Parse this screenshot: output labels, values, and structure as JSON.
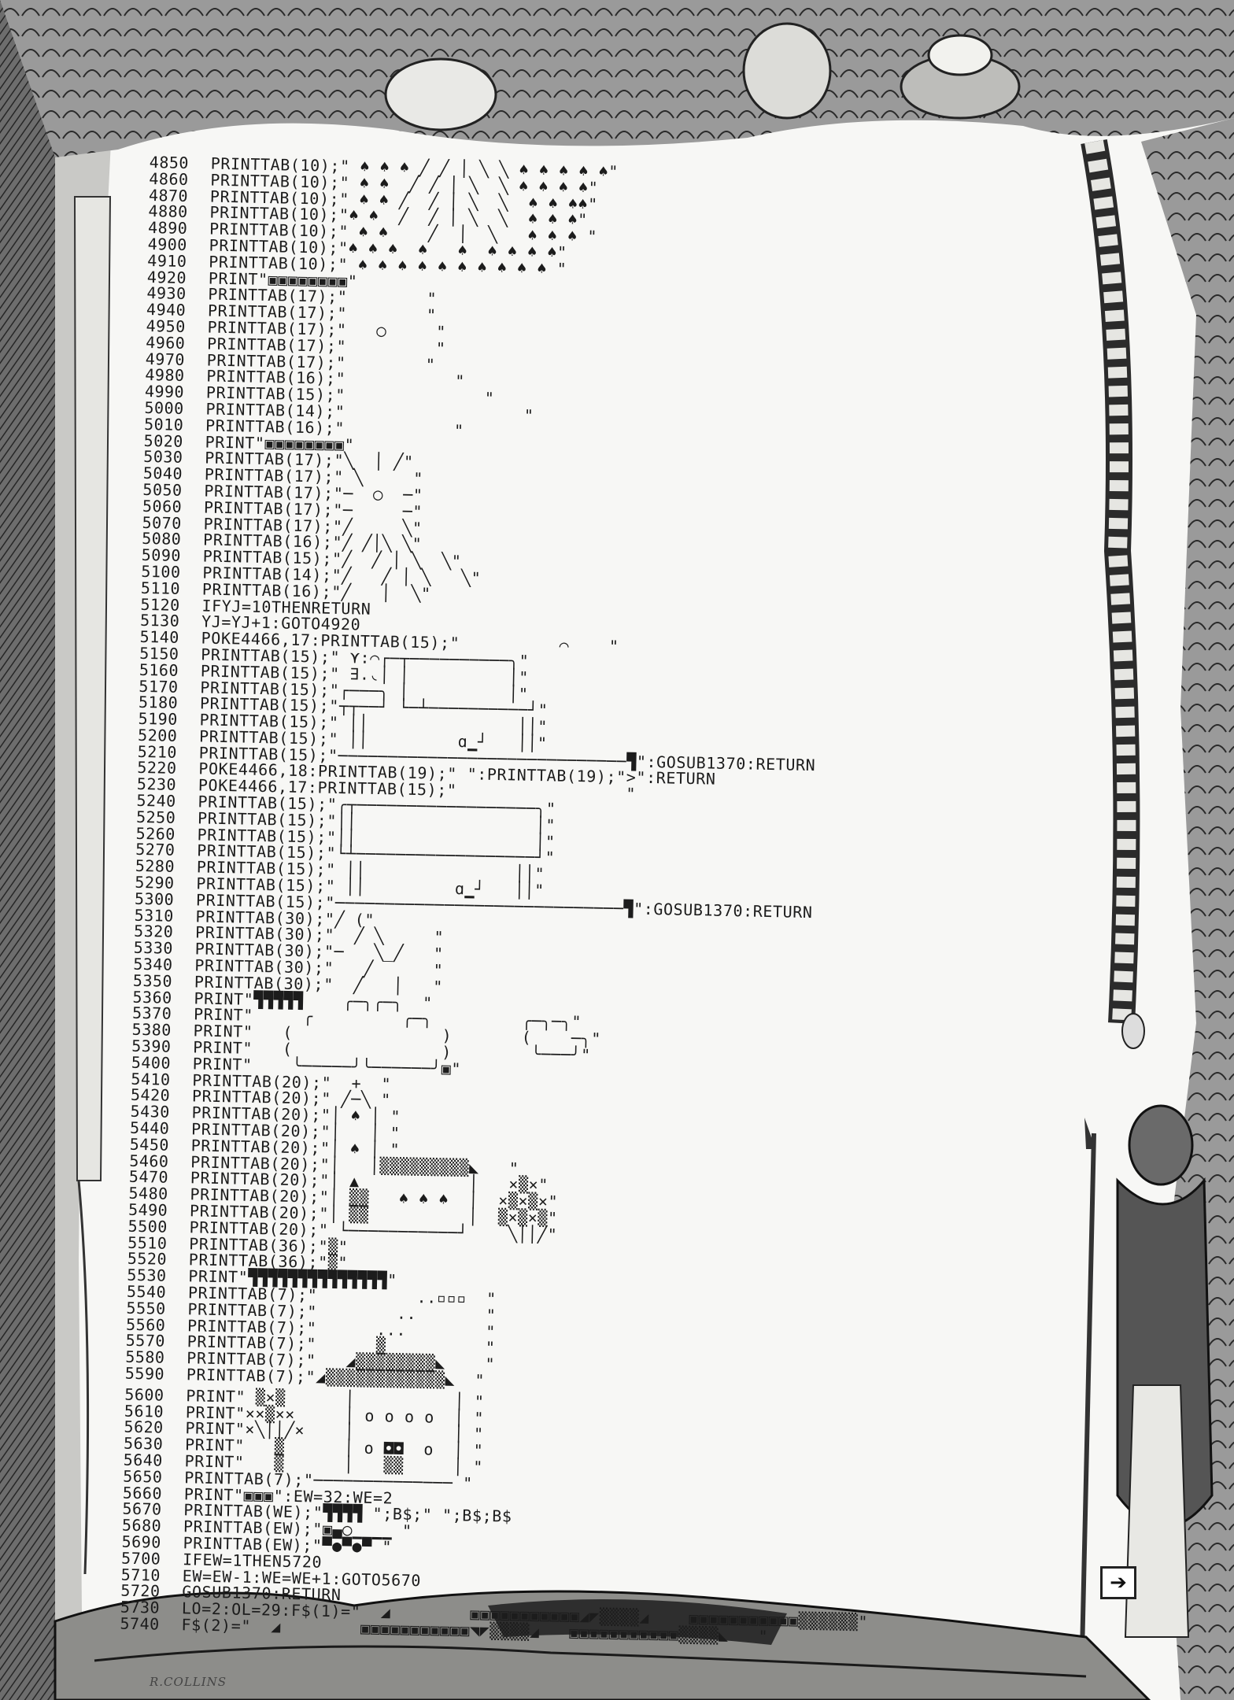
{
  "listing": [
    {
      "num": "4850",
      "code": "PRINTTAB(10);\" ♠ ♠ ♠ ╱ ╱ │ ╲ ╲ ♠ ♠ ♠ ♠ ♠\""
    },
    {
      "num": "4860",
      "code": "PRINTTAB(10);\" ♠ ♠  ╱ ╱ │ ╲  ╲ ♠ ♠ ♠ ♠\""
    },
    {
      "num": "4870",
      "code": "PRINTTAB(10);\" ♠ ♠ ╱  ╱ │ ╲  ╲  ♠ ♠ ♠♠\""
    },
    {
      "num": "4880",
      "code": "PRINTTAB(10);\"♠ ♠  ╱  ╱ │ ╲  ╲  ♠ ♠ ♠\""
    },
    {
      "num": "4890",
      "code": "PRINTTAB(10);\" ♠ ♠    ╱  │  ╲   ♠ ♠ ♠ \""
    },
    {
      "num": "4900",
      "code": "PRINTTAB(10);\"♠ ♠ ♠  ♠   ♠  ♠ ♠ ♠ ♠\""
    },
    {
      "num": "4910",
      "code": "PRINTTAB(10);\" ♠ ♠ ♠ ♠ ♠ ♠ ♠ ♠ ♠ ♠ \""
    },
    {
      "num": "4920",
      "code": "PRINT\"▣▣▣▣▣▣▣▣\""
    },
    {
      "num": "4930",
      "code": "PRINTTAB(17);\"        \""
    },
    {
      "num": "4940",
      "code": "PRINTTAB(17);\"        \""
    },
    {
      "num": "4950",
      "code": "PRINTTAB(17);\"   ◯     \""
    },
    {
      "num": "4960",
      "code": "PRINTTAB(17);\"         \""
    },
    {
      "num": "4970",
      "code": "PRINTTAB(17);\"        \""
    },
    {
      "num": "4980",
      "code": "PRINTTAB(16);\"           \""
    },
    {
      "num": "4990",
      "code": "PRINTTAB(15);\"              \""
    },
    {
      "num": "5000",
      "code": "PRINTTAB(14);\"                  \""
    },
    {
      "num": "5010",
      "code": "PRINTTAB(16);\"           \""
    },
    {
      "num": "5020",
      "code": "PRINT\"▣▣▣▣▣▣▣▣\""
    },
    {
      "num": "5030",
      "code": "PRINTTAB(17);\"╲  │ ╱\""
    },
    {
      "num": "5040",
      "code": "PRINTTAB(17);\" ╲     \""
    },
    {
      "num": "5050",
      "code": "PRINTTAB(17);\"─  ◯  ─\""
    },
    {
      "num": "5060",
      "code": "PRINTTAB(17);\"─     ─\""
    },
    {
      "num": "5070",
      "code": "PRINTTAB(17);\"╱     ╲\""
    },
    {
      "num": "5080",
      "code": "PRINTTAB(16);\"╱ ╱│╲ ╲\""
    },
    {
      "num": "5090",
      "code": "PRINTTAB(15);\"╱  ╱ │ ╲  ╲\""
    },
    {
      "num": "5100",
      "code": "PRINTTAB(14);\"╱   ╱ │ ╲   ╲\""
    },
    {
      "num": "5110",
      "code": "PRINTTAB(16);\"╱   │  ╲\""
    },
    {
      "num": "5120",
      "code": "IFYJ=10THENRETURN"
    },
    {
      "num": "5130",
      "code": "YJ=YJ+1:GOTO4920"
    },
    {
      "num": "5140",
      "code": "POKE4466,17:PRINTTAB(15);\"          ⌒    \""
    },
    {
      "num": "5150",
      "code": "PRINTTAB(15);\" ⋎:⌒┌─┬──────────╮\""
    },
    {
      "num": "5160",
      "code": "PRINTTAB(15);\" ∃.◟│ │          │\""
    },
    {
      "num": "5170",
      "code": "PRINTTAB(15);\"┌───╮ │          │\""
    },
    {
      "num": "5180",
      "code": "PRINTTAB(15);\"┬┬──┘ └─┴──────────┘\""
    },
    {
      "num": "5190",
      "code": "PRINTTAB(15);\" ││               ││\""
    },
    {
      "num": "5200",
      "code": "PRINTTAB(15);\" ││         ɑ▁┘   ││\""
    },
    {
      "num": "5210",
      "code": "PRINTTAB(15);\"─────────────────────────────▜\":GOSUB1370:RETURN"
    },
    {
      "num": "5220",
      "code": "POKE4466,18:PRINTTAB(19);\" \":PRINTTAB(19);\">\":RETURN"
    },
    {
      "num": "5230",
      "code": "POKE4466,17:PRINTTAB(15);\"                 \""
    },
    {
      "num": "5240",
      "code": "PRINTTAB(15);\"╭┬──────────────────╮\""
    },
    {
      "num": "5250",
      "code": "PRINTTAB(15);\"││                  │\""
    },
    {
      "num": "5260",
      "code": "PRINTTAB(15);\"││                  │\""
    },
    {
      "num": "5270",
      "code": "PRINTTAB(15);\"└┴──────────────────┘\""
    },
    {
      "num": "5280",
      "code": "PRINTTAB(15);\" ││               ││\""
    },
    {
      "num": "5290",
      "code": "PRINTTAB(15);\" ││         ɑ▁┘   ││\""
    },
    {
      "num": "5300",
      "code": "PRINTTAB(15);\"─────────────────────────────▜\":GOSUB1370:RETURN"
    },
    {
      "num": "5310",
      "code": "PRINTTAB(30);\"╱ (\""
    },
    {
      "num": "5320",
      "code": "PRINTTAB(30);\"  ╱ ╲     \""
    },
    {
      "num": "5330",
      "code": "PRINTTAB(30);\"─   ╲_╱   \""
    },
    {
      "num": "5340",
      "code": "PRINTTAB(30);\"   ╱      \""
    },
    {
      "num": "5350",
      "code": "PRINTTAB(30);\"  ╱   │   \""
    },
    {
      "num": "5360",
      "code": "PRINT\"▜▜▜▜▜    ╭─╮╭─╮  \""
    },
    {
      "num": "5370",
      "code": "PRINT\"     ╭         ╭─╮         ╭─╮─╮\""
    },
    {
      "num": "5380",
      "code": "PRINT\"   (               )       (    ─╮\""
    },
    {
      "num": "5390",
      "code": "PRINT\"   (               )        ╰───╯\""
    },
    {
      "num": "5400",
      "code": "PRINT\"    ╰─────╯╰──────╯▣\""
    },
    {
      "num": "5410",
      "code": "PRINTTAB(20);\"  +  \""
    },
    {
      "num": "5420",
      "code": "PRINTTAB(20);\" ╱─╲ \""
    },
    {
      "num": "5430",
      "code": "PRINTTAB(20);\"│ ♠ │ \""
    },
    {
      "num": "5440",
      "code": "PRINTTAB(20);\"│   │ \""
    },
    {
      "num": "5450",
      "code": "PRINTTAB(20);\"│ ♠ │ \""
    },
    {
      "num": "5460",
      "code": "PRINTTAB(20);\"│   │▒▒▒▒▒▒▒▒▒◣   \""
    },
    {
      "num": "5470",
      "code": "PRINTTAB(20);\"│ ▲           │   ×▒×\""
    },
    {
      "num": "5480",
      "code": "PRINTTAB(20);\"│ ▒▒   ♠ ♠ ♠  │  ×▒×▒×\""
    },
    {
      "num": "5490",
      "code": "PRINTTAB(20);\"│ ▒▒          │  ▒×▒×▒\""
    },
    {
      "num": "5500",
      "code": "PRINTTAB(20);\" └───────────┘    ╲││╱\""
    },
    {
      "num": "5510",
      "code": "PRINTTAB(36);\"▒\""
    },
    {
      "num": "5520",
      "code": "PRINTTAB(36);\"▒\""
    },
    {
      "num": "5530",
      "code": "PRINT\"▜▜▜▜▜▜▜▜▜▜▜▜▜▜\""
    },
    {
      "num": "5540",
      "code": "PRINTTAB(7);\"          ..▫▫▫  \""
    },
    {
      "num": "5550",
      "code": "PRINTTAB(7);\"        ..       \""
    },
    {
      "num": "5560",
      "code": "PRINTTAB(7);\"      ...        \""
    },
    {
      "num": "5570",
      "code": "PRINTTAB(7);\"      ▒          \""
    },
    {
      "num": "5580",
      "code": "PRINTTAB(7);\"   ◢▒▒▒▒▒▒▒▒◣    \""
    },
    {
      "num": "5590",
      "code": "PRINTTAB(7);\"◢▒▒▒▒▒▒▒▒▒▒▒▒◣  \""
    },
    {
      "num": "5600",
      "code": "PRINT\" ▒×▒      │          │ \""
    },
    {
      "num": "5610",
      "code": "PRINT\"××▒××     │ o o o o  │ \""
    },
    {
      "num": "5620",
      "code": "PRINT\"×╲││╱×    │          │ \""
    },
    {
      "num": "5630",
      "code": "PRINT\"   ▒      │ o ◘◘  o  │ \""
    },
    {
      "num": "5640",
      "code": "PRINT\"   ▒      │   ▒▒     │ \""
    },
    {
      "num": "5650",
      "code": "PRINTTAB(7);\"────────────── \""
    },
    {
      "num": "5660",
      "code": "PRINT\"▣▣▣\":EW=32:WE=2"
    },
    {
      "num": "5670",
      "code": "PRINTTAB(WE);\"▜▜▜▜ \";B$;\" \";B$;B$"
    },
    {
      "num": "5680",
      "code": "PRINTTAB(EW);\"▣▄◯▁▁▁▁ \""
    },
    {
      "num": "5690",
      "code": "PRINTTAB(EW);\"▀●▀●▀ \""
    },
    {
      "num": "5700",
      "code": "IFEW=1THEN5720"
    },
    {
      "num": "5710",
      "code": "EW=EW-1:WE=WE+1:GOTO5670"
    },
    {
      "num": "5720",
      "code": "GOSUB1370:RETURN"
    },
    {
      "num": "5730",
      "code": "LO=2:OL=29:F$(1)=\"  ◢        ▣▣▣▣▣▣▣▣▣▣▣◢◤▒▒▒▒◢    ▣▣▣▣▣▣▣▣▣▣▣▒▒▒▒▒▒\""
    },
    {
      "num": "5740",
      "code": "F$(2)=\"  ◢        ▣▣▣▣▣▣▣▣▣▣▣◥◤▒▒▒▒◢   ▣▣▣▣▣▣▣▣▣▣▣▒▒▒▒◣   \""
    }
  ],
  "signature": "R.COLLINS",
  "next_page_arrow": "➔",
  "icons": {
    "next": "arrow-right-icon"
  }
}
